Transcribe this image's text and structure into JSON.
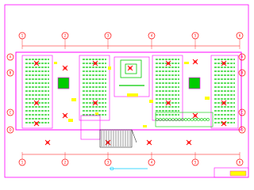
{
  "drawing": {
    "background": "#ffffff",
    "border_color": "#ff00ff",
    "wall_color": "#ff00ff",
    "grid_color": "#ff0000",
    "hatch_color": "#00cc00",
    "fixture_color": "#ff0000",
    "accent_color": "#ffff00",
    "dim_color": "#00ccff",
    "stair_color": "#000000"
  },
  "axes": {
    "columns": [
      "1",
      "2",
      "3",
      "4",
      "5",
      "6"
    ],
    "rows": [
      "A",
      "B",
      "C",
      "D"
    ]
  },
  "icons": {
    "axis_bubble": "circle-marker-icon",
    "fixture": "ceiling-light-icon",
    "north": "column-marker-icon"
  }
}
